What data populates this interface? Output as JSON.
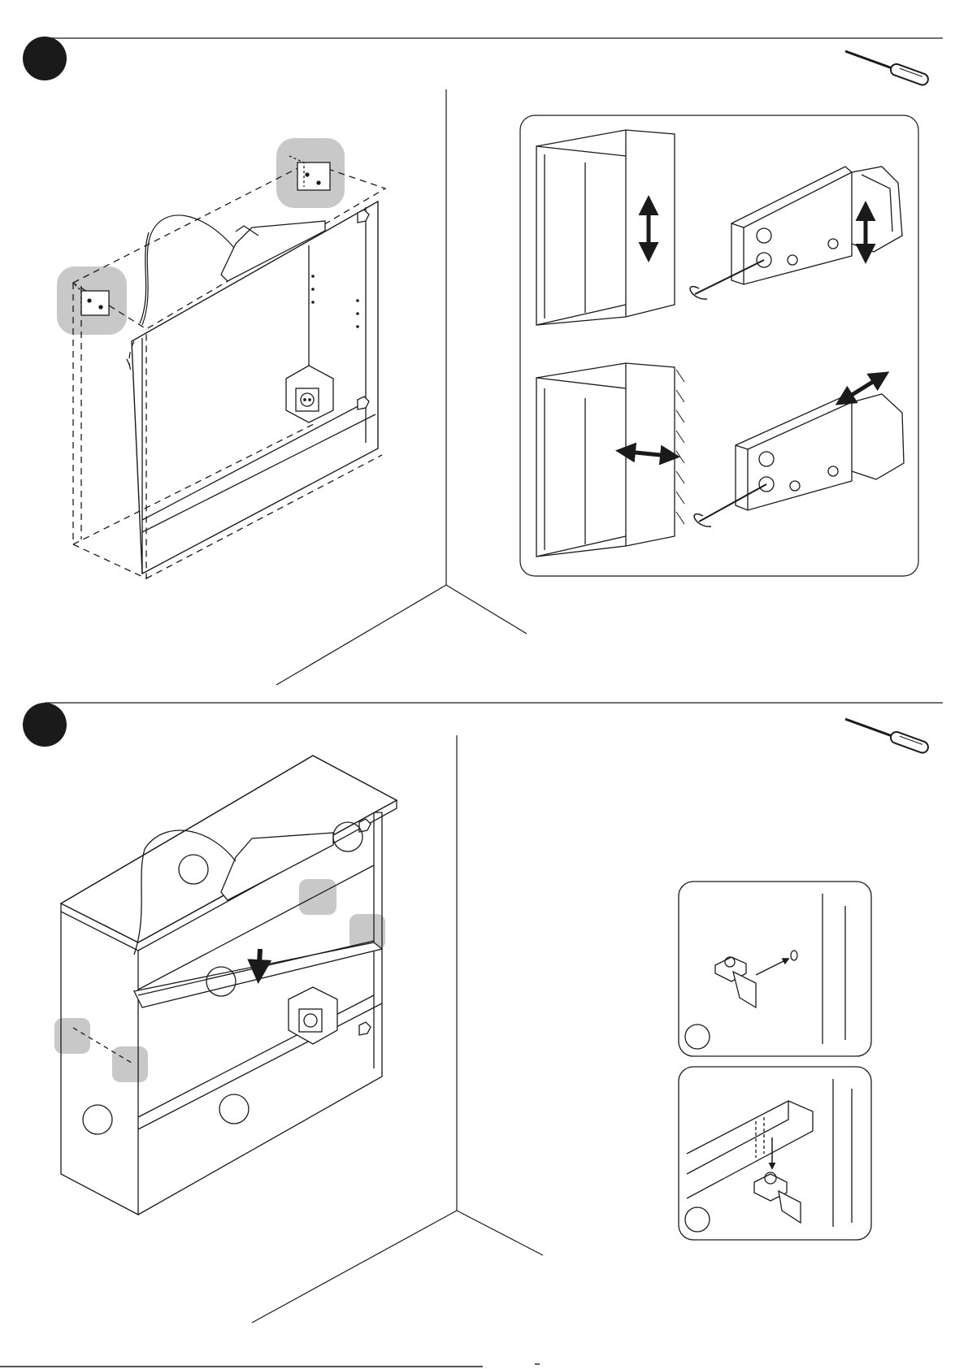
{
  "document": {
    "type": "assembly-instructions",
    "steps": [
      {
        "panel": "top",
        "tool": "screwdriver-icon",
        "detail_views": [
          "hinge-vertical-adjustment",
          "hinge-depth-adjustment"
        ]
      },
      {
        "panel": "bottom",
        "tool": "screwdriver-icon",
        "detail_views": [
          "shelf-support-screw",
          "shelf-on-support"
        ]
      }
    ]
  },
  "colors": {
    "ink": "#1a1a1a",
    "highlight": "#c8c8c8",
    "background": "#ffffff"
  }
}
